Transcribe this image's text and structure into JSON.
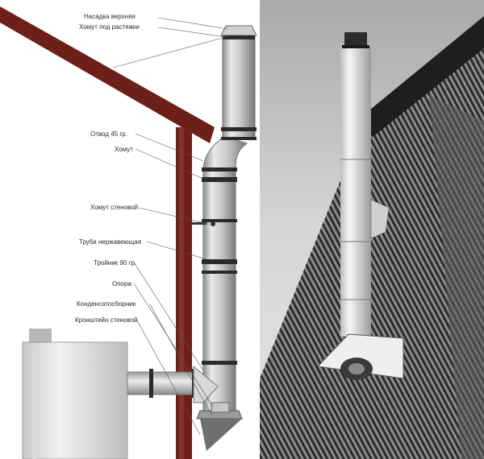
{
  "diagram": {
    "labels": [
      {
        "id": "nozzle",
        "text": "Насадка верхняя"
      },
      {
        "id": "clamp_guy",
        "text": "Хомут под растяжки"
      },
      {
        "id": "elbow45",
        "text": "Отвод 45 гр."
      },
      {
        "id": "clamp",
        "text": "Хомут"
      },
      {
        "id": "clamp_wall",
        "text": "Хомут стеновой"
      },
      {
        "id": "pipe_ss",
        "text": "Труба нержавеющая"
      },
      {
        "id": "tee90",
        "text": "Тройник 90 гр."
      },
      {
        "id": "support",
        "text": "Опора"
      },
      {
        "id": "condensate",
        "text": "Конденсатосборник"
      },
      {
        "id": "bracket_wall",
        "text": "Кронштейн стеновой"
      }
    ]
  },
  "photo": {
    "description_icon": "chimney-photo-icon"
  },
  "colors": {
    "roof": "#6d1f1a",
    "steel_light": "#e8e8e8",
    "steel_dark": "#9a9a9a",
    "band": "#2a2a2a",
    "photo_sky": "#c9c9c9",
    "photo_wall": "#2d2d2d"
  }
}
